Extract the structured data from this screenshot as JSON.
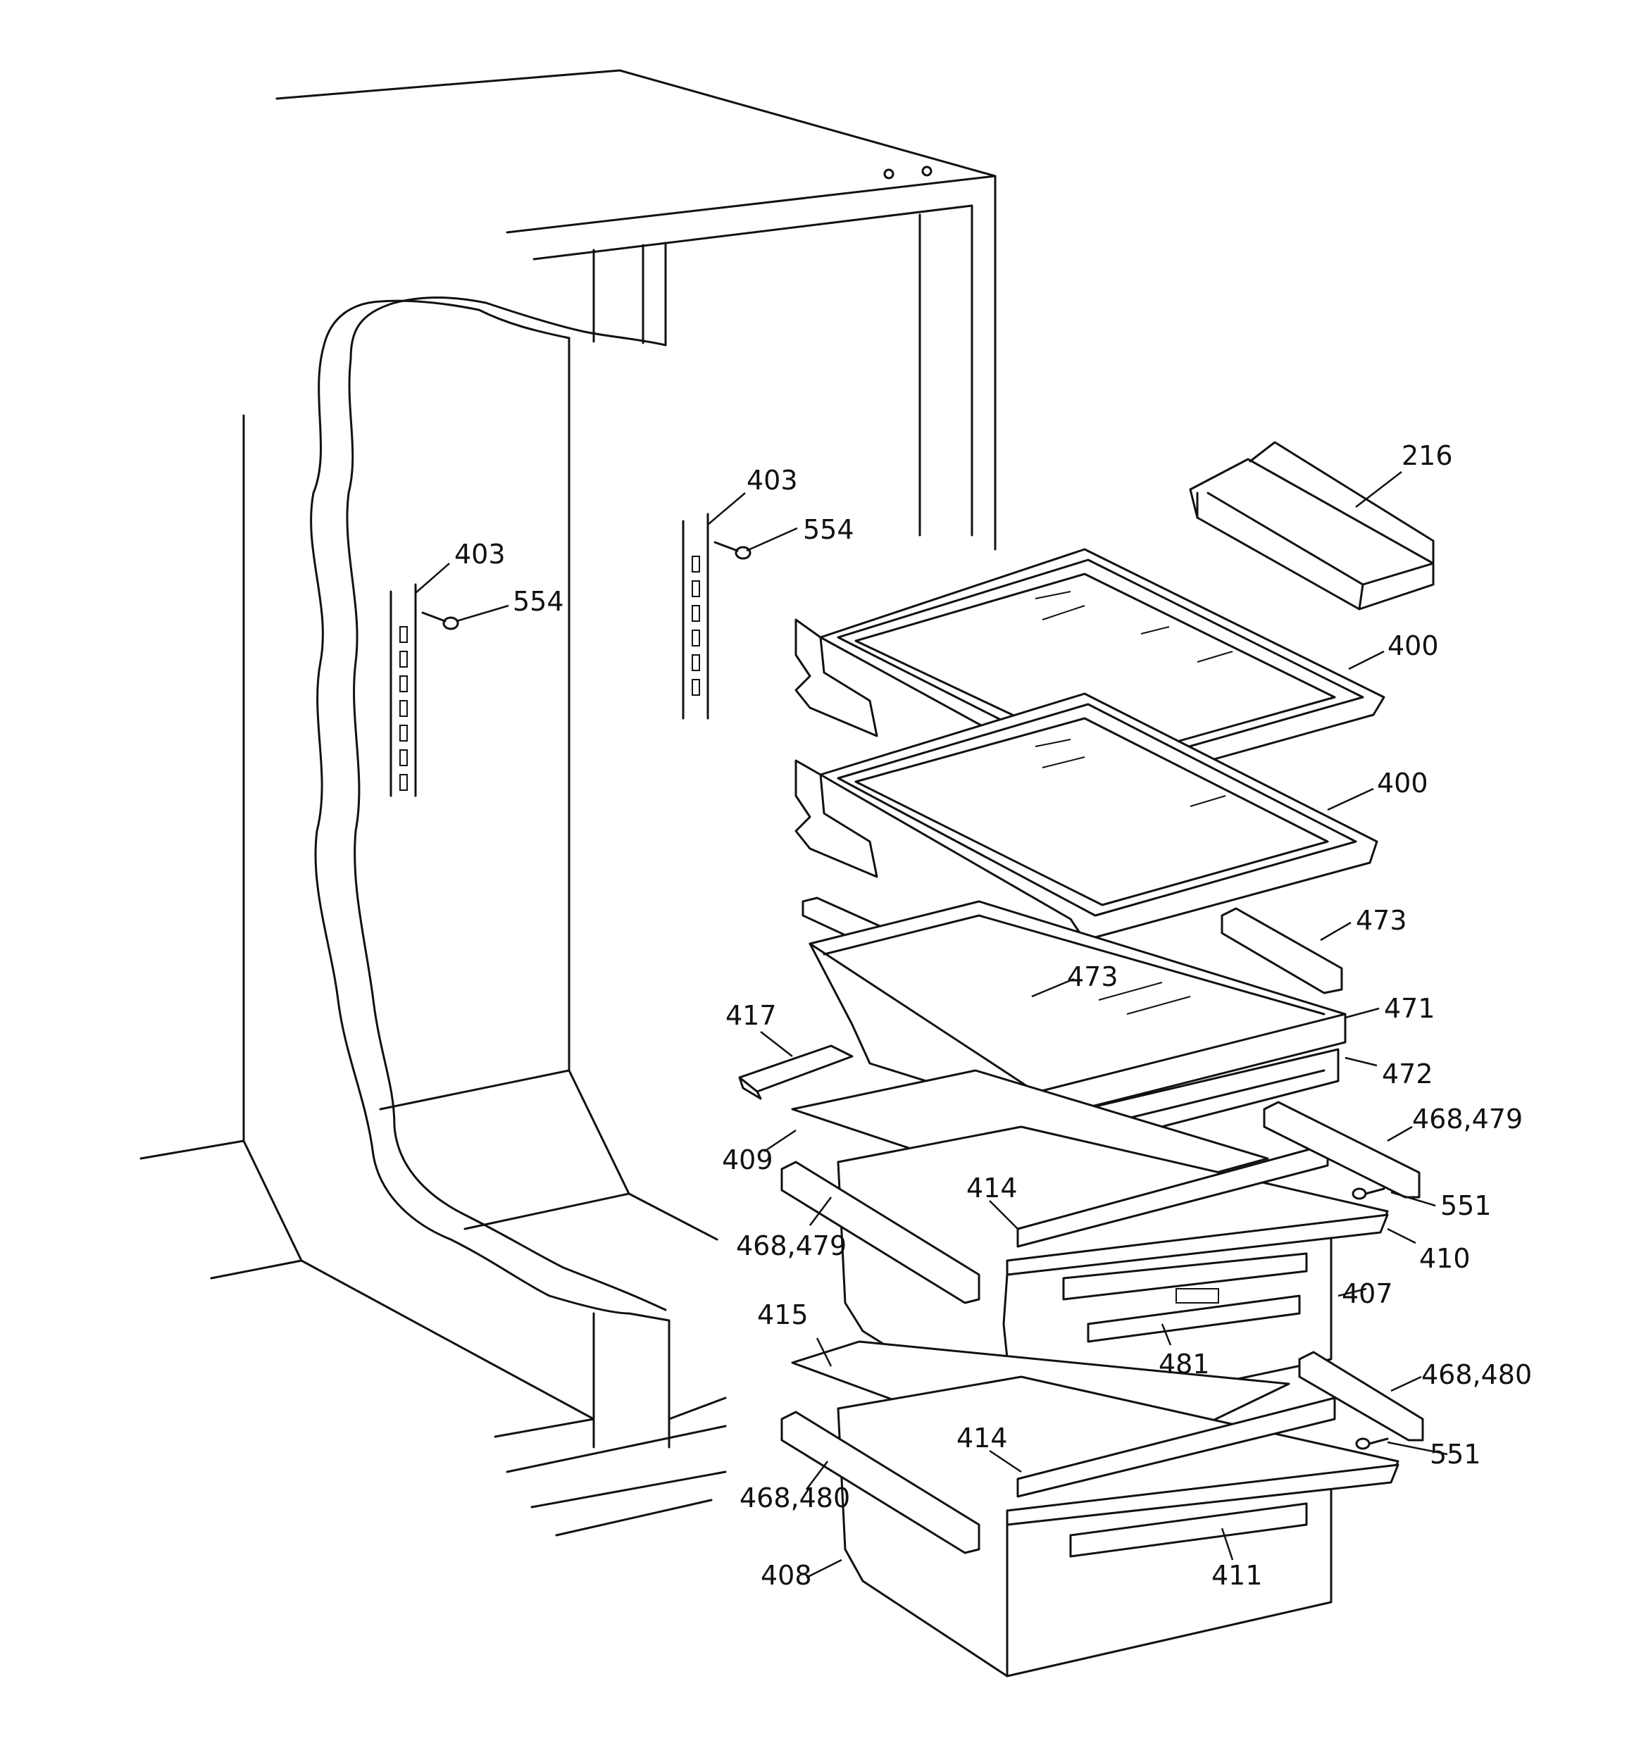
{
  "diagram": {
    "callouts": [
      {
        "id": "c216",
        "label": "216"
      },
      {
        "id": "c403a",
        "label": "403"
      },
      {
        "id": "c554a",
        "label": "554"
      },
      {
        "id": "c403b",
        "label": "403"
      },
      {
        "id": "c554b",
        "label": "554"
      },
      {
        "id": "c400a",
        "label": "400"
      },
      {
        "id": "c400b",
        "label": "400"
      },
      {
        "id": "c473a",
        "label": "473"
      },
      {
        "id": "c473b",
        "label": "473"
      },
      {
        "id": "c471",
        "label": "471"
      },
      {
        "id": "c417",
        "label": "417"
      },
      {
        "id": "c472",
        "label": "472"
      },
      {
        "id": "c468479a",
        "label": "468,479"
      },
      {
        "id": "c409",
        "label": "409"
      },
      {
        "id": "c414a",
        "label": "414"
      },
      {
        "id": "c551a",
        "label": "551"
      },
      {
        "id": "c468479b",
        "label": "468,479"
      },
      {
        "id": "c410",
        "label": "410"
      },
      {
        "id": "c407",
        "label": "407"
      },
      {
        "id": "c415",
        "label": "415"
      },
      {
        "id": "c481",
        "label": "481"
      },
      {
        "id": "c468480a",
        "label": "468,480"
      },
      {
        "id": "c414b",
        "label": "414"
      },
      {
        "id": "c551b",
        "label": "551"
      },
      {
        "id": "c468480b",
        "label": "468,480"
      },
      {
        "id": "c408",
        "label": "408"
      },
      {
        "id": "c411",
        "label": "411"
      }
    ]
  }
}
